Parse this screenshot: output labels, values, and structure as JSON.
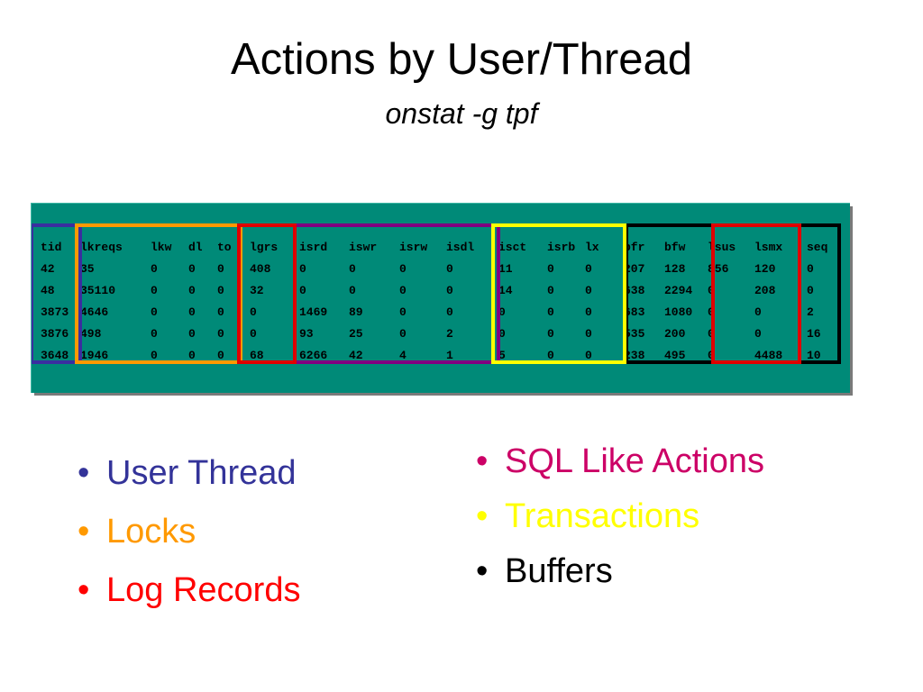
{
  "slide": {
    "title": "Actions by User/Thread",
    "subtitle": "onstat -g tpf"
  },
  "table": {
    "headers": [
      "tid",
      "lkreqs",
      "lkw",
      "dl",
      "to",
      "lgrs",
      "isrd",
      "iswr",
      "isrw",
      "isdl",
      "isct",
      "isrb",
      "lx",
      "bfr",
      "bfw",
      "lsus",
      "lsmx",
      "seq"
    ],
    "rows": [
      [
        "42",
        "35",
        "0",
        "0",
        "0",
        "408",
        "0",
        "0",
        "0",
        "0",
        "11",
        "0",
        "0",
        "207",
        "128",
        "856",
        "120",
        "0"
      ],
      [
        "48",
        "35110",
        "0",
        "0",
        "0",
        "32",
        "0",
        "0",
        "0",
        "0",
        "14",
        "0",
        "0",
        "638",
        "2294",
        "0",
        "208",
        "0"
      ],
      [
        "3873",
        "4646",
        "0",
        "0",
        "0",
        "0",
        "1469",
        "89",
        "0",
        "0",
        "0",
        "0",
        "0",
        "683",
        "1080",
        "0",
        "0",
        "2"
      ],
      [
        "3876",
        "498",
        "0",
        "0",
        "0",
        "0",
        "93",
        "25",
        "0",
        "2",
        "0",
        "0",
        "0",
        "535",
        "200",
        "0",
        "0",
        "16"
      ],
      [
        "3648",
        "1946",
        "0",
        "0",
        "0",
        "68",
        "6266",
        "42",
        "4",
        "1",
        "5",
        "0",
        "0",
        "238",
        "495",
        "0",
        "4488",
        "10"
      ]
    ],
    "group_colors": {
      "user_thread": "#3a2ea0",
      "locks": "#ff9900",
      "log_records": "#e00000",
      "sql_like_actions": "#800080",
      "transactions": "#ffff00",
      "buffers": "#000000",
      "log_space": "#e00000"
    }
  },
  "legend_left": [
    {
      "label": "User Thread",
      "color": "#333399"
    },
    {
      "label": "Locks",
      "color": "#ff9900"
    },
    {
      "label": "Log Records",
      "color": "#ff0000"
    }
  ],
  "legend_right": [
    {
      "label": "SQL Like Actions",
      "color": "#cc0066"
    },
    {
      "label": "Transactions",
      "color": "#ffff00"
    },
    {
      "label": "Buffers",
      "color": "#000000"
    }
  ],
  "bullet_char": "•"
}
